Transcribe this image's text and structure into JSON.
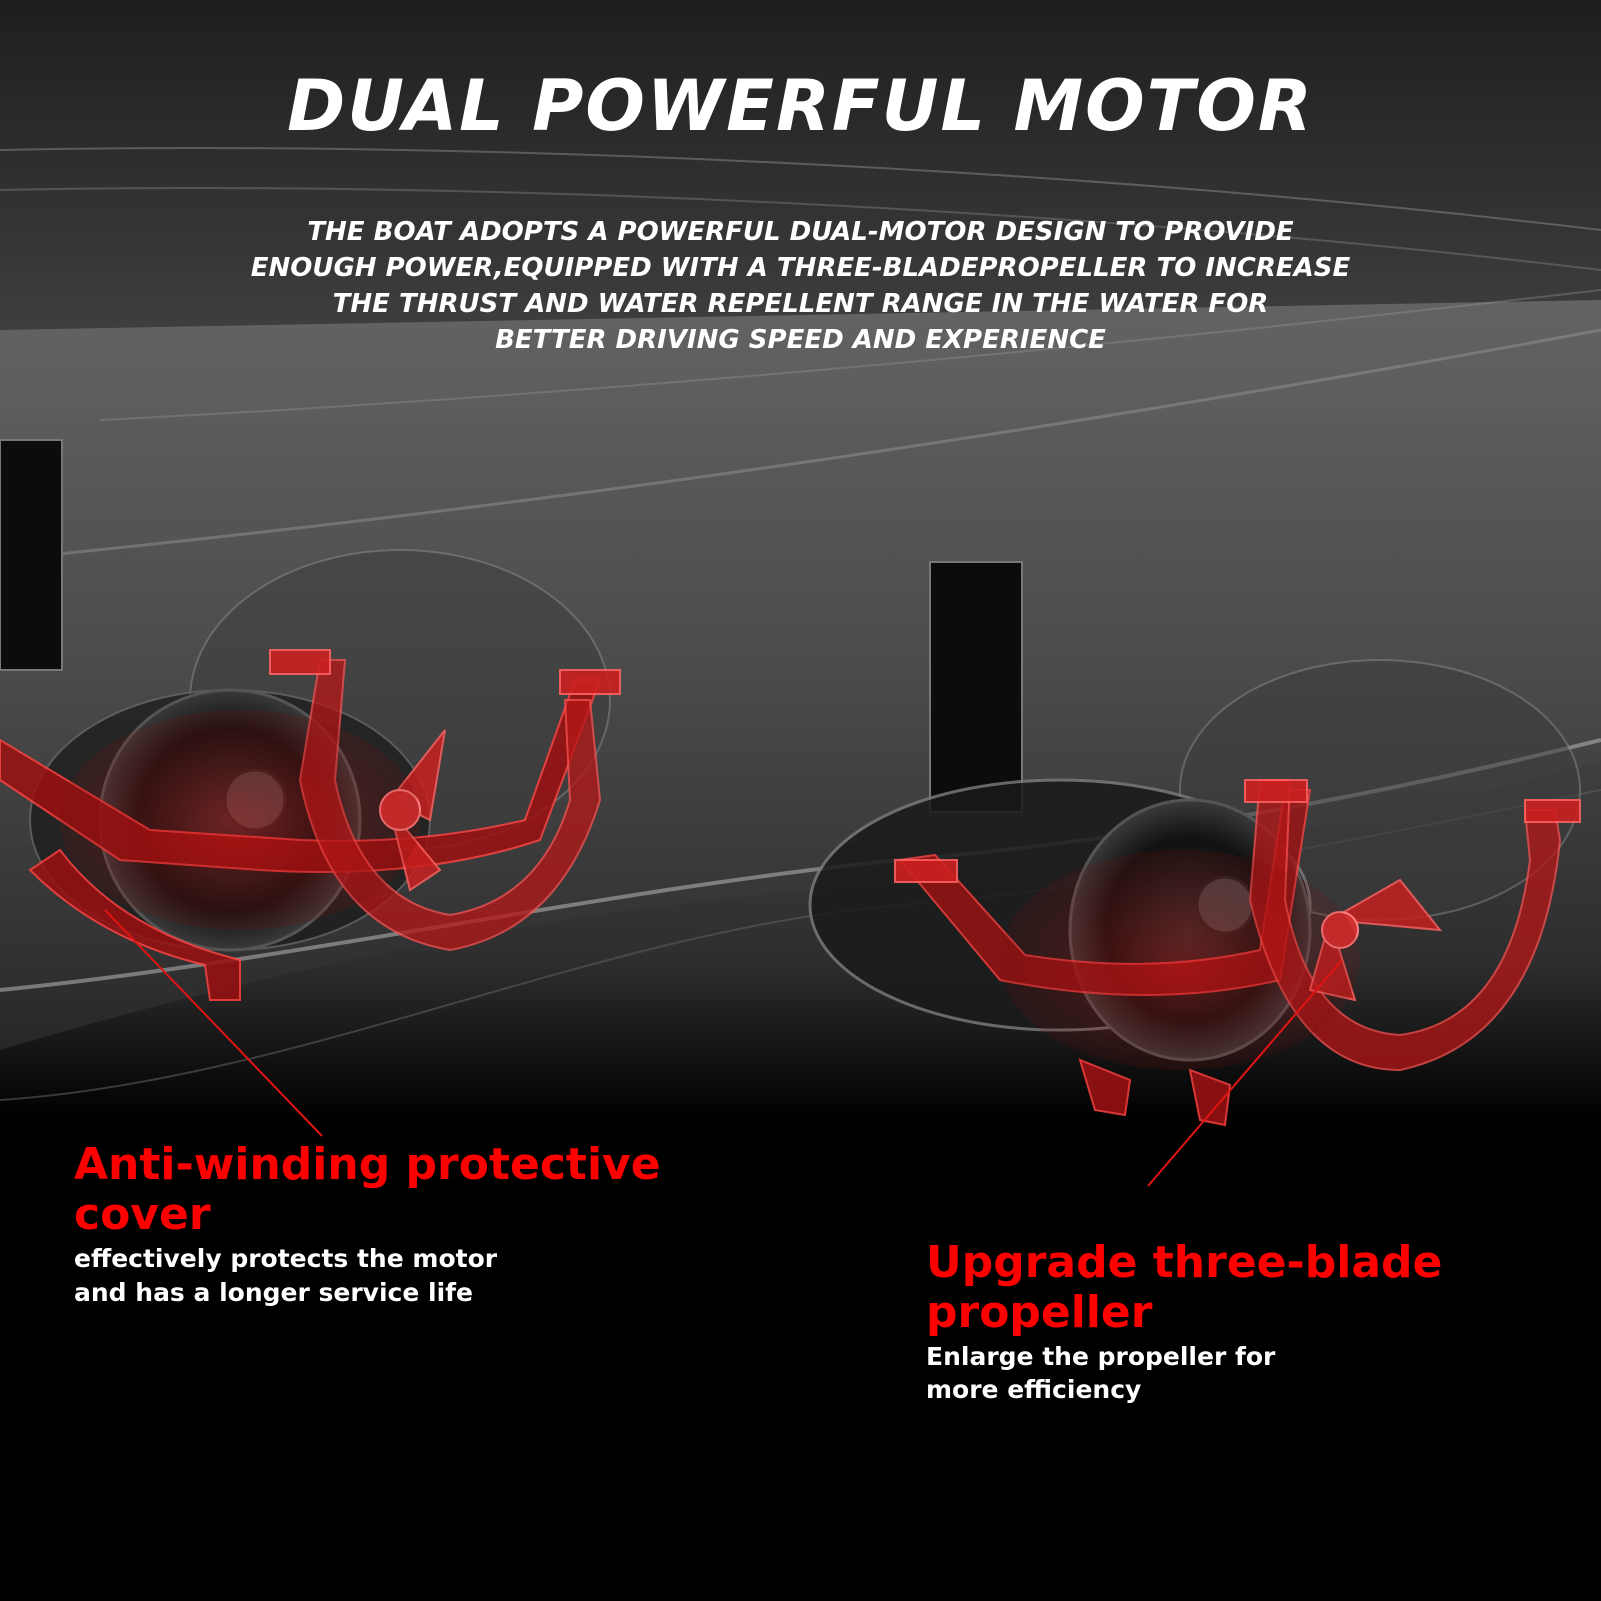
{
  "header": {
    "title": "DUAL POWERFUL MOTOR",
    "intro_lines": [
      "THE BOAT ADOPTS A POWERFUL DUAL-MOTOR DESIGN TO PROVIDE",
      "ENOUGH POWER,EQUIPPED WITH A THREE-BLADEPROPELLER TO INCREASE",
      "THE THRUST AND WATER REPELLENT RANGE IN THE WATER FOR",
      "BETTER DRIVING SPEED AND EXPERIENCE"
    ]
  },
  "callouts": {
    "cover": {
      "title_lines": [
        "Anti-winding protective",
        "cover"
      ],
      "desc_lines": [
        "effectively protects the motor",
        "and has a longer service life"
      ]
    },
    "propeller": {
      "title_lines": [
        "Upgrade three-blade",
        "propeller"
      ],
      "desc_lines": [
        "Enlarge the propeller for",
        "more efficiency"
      ]
    }
  },
  "colors": {
    "background": "#000000",
    "accent_red": "#ff0000",
    "text_white": "#ffffff",
    "hull_gray": "#5a5a5a",
    "guard_red": "#b01818"
  }
}
